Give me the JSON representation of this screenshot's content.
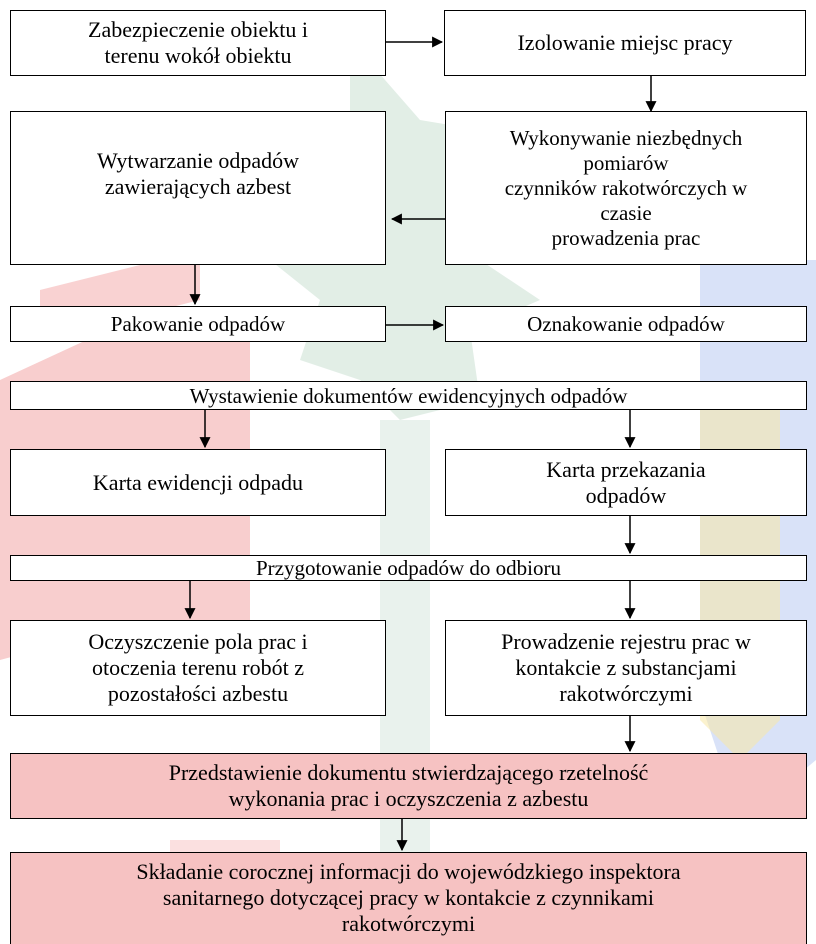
{
  "colors": {
    "line": "#000000",
    "box_fill": "#ffffff",
    "pink_fill": "#f6c2c2",
    "watermark_red": "#f3a6a6",
    "watermark_green": "#cfe3d6",
    "watermark_blue": "#c9d6f5",
    "watermark_yellow": "#f7e7a6"
  },
  "watermark": {
    "icon": "coat-of-arms-watermark"
  },
  "steps": {
    "secure": "Zabezpieczenie obiektu i\nterenu wokół obiektu",
    "isolate": "Izolowanie miejsc pracy",
    "measure": "Wykonywanie niezbędnych\npomiarów\nczynników rakotwórczych w\nczasie\nprowadzenia prac",
    "generate": "Wytwarzanie odpadów\nzawierających azbest",
    "pack": "Pakowanie odpadów",
    "label": "Oznakowanie odpadów",
    "documents": "Wystawienie dokumentów ewidencyjnych odpadów",
    "record_card": "Karta ewidencji odpadu",
    "transfer_card": "Karta przekazania\nodpadów",
    "prepare": "Przygotowanie odpadów do odbioru",
    "clean": "Oczyszczenie pola prac i\notoczenia terenu robót z\npozostałości azbestu",
    "register": "Prowadzenie rejestru prac w\nkontakcie z substancjami\nrakotwórczymi",
    "certify": "Przedstawienie dokumentu stwierdzającego rzetelność\nwykonania prac i oczyszczenia z azbestu",
    "annual": "Składanie corocznej informacji do wojewódzkiego inspektora\nsanitarnego dotyczącej pracy w kontakcie z czynnikami\nrakotwórczymi"
  }
}
